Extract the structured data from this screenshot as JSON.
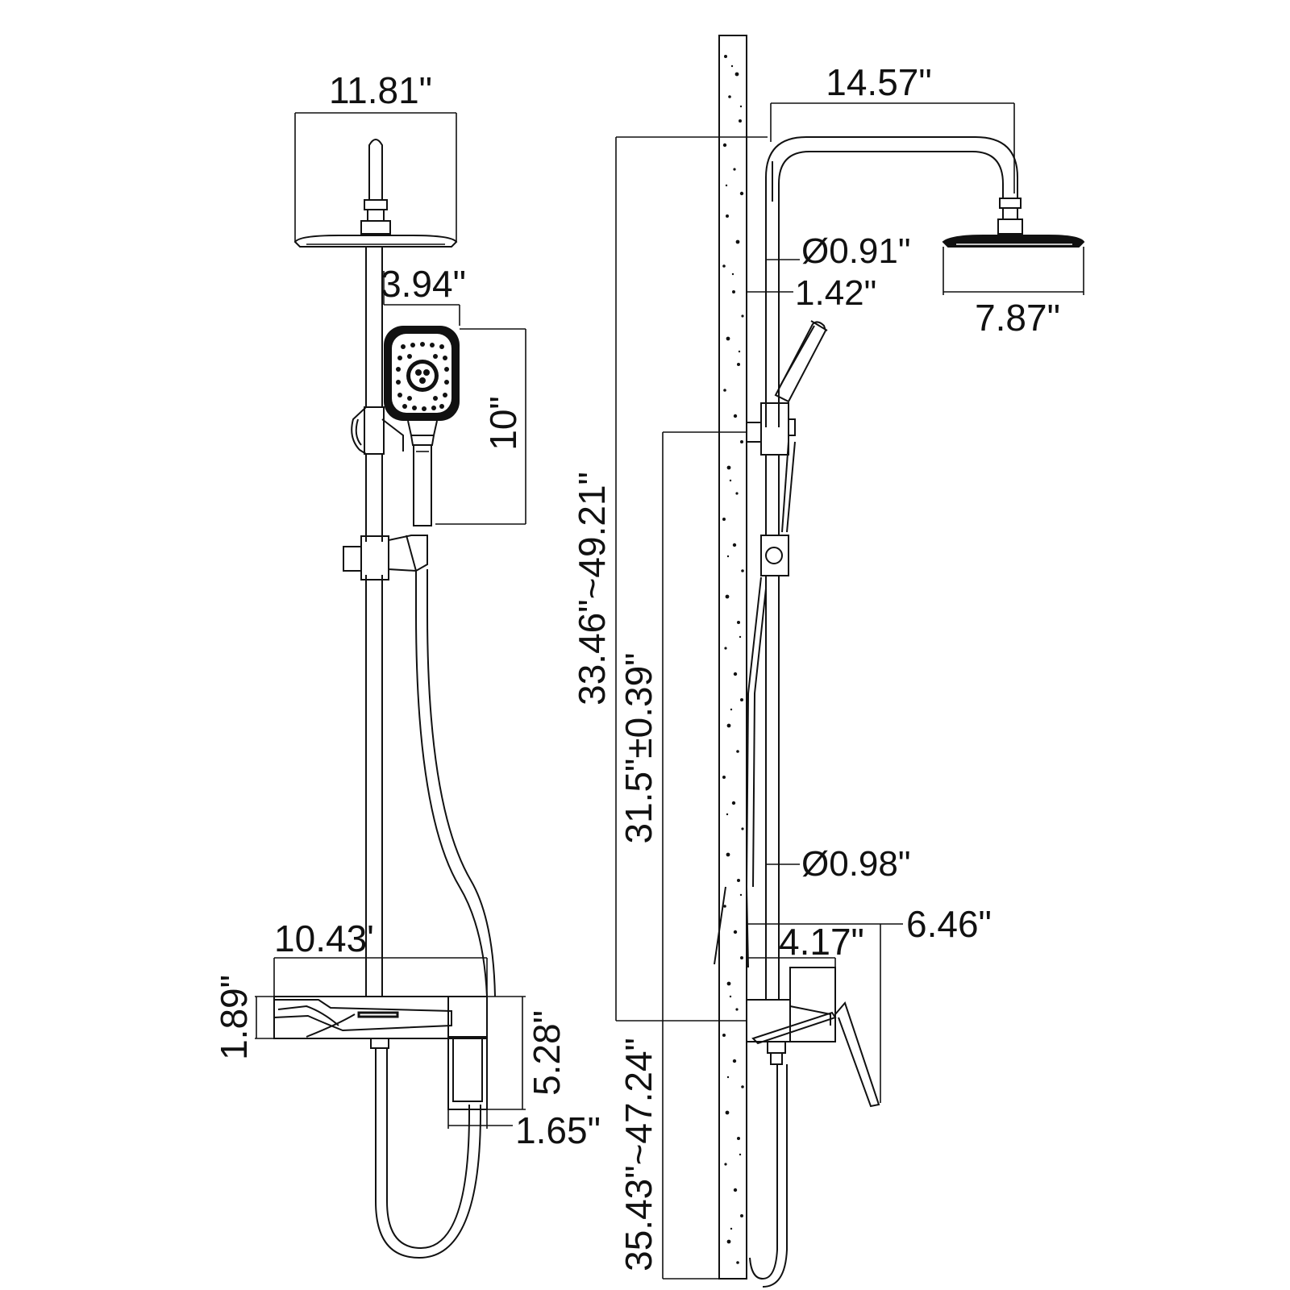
{
  "front_view": {
    "rain_head_width": "11.81\"",
    "hand_shower_width": "3.94\"",
    "hand_shower_height": "10\"",
    "shelf_width": "10.43'",
    "shelf_height": "1.89\"",
    "mixer_height": "5.28\"",
    "mixer_depth": "1.65\""
  },
  "side_view": {
    "arm_reach": "14.57\"",
    "pipe_diameter_upper": "Ø0.91\"",
    "pipe_offset": "1.42\"",
    "rain_head_diameter": "7.87\"",
    "total_height_range": "33.46\"~49.21\"",
    "bracket_height": "31.5\"±0.39\"",
    "pipe_diameter_lower": "Ø0.98\"",
    "mixer_projection": "6.46\"",
    "shelf_projection": "4.17\"",
    "install_height_range": "35.43\"~47.24\""
  },
  "colors": {
    "line": "#111111",
    "background": "#ffffff"
  }
}
